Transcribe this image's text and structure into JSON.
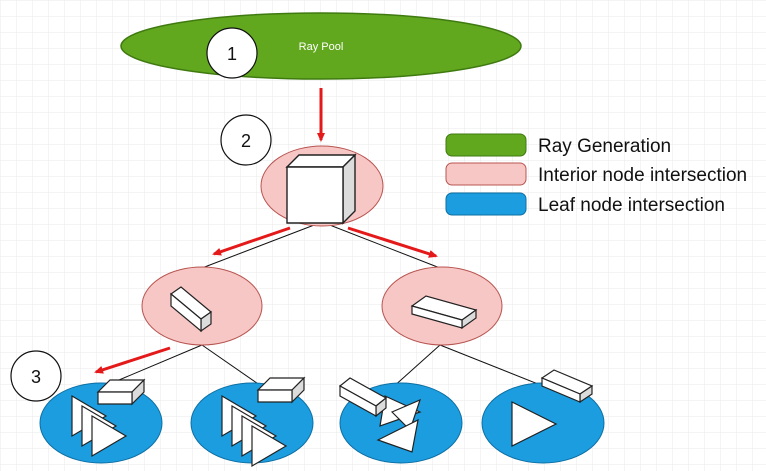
{
  "ray_pool": {
    "label": "Ray Pool"
  },
  "steps": [
    "1",
    "2",
    "3"
  ],
  "legend": [
    {
      "label": "Ray Generation",
      "color": "#62a81f"
    },
    {
      "label": "Interior node intersection",
      "color": "#f7c7c5"
    },
    {
      "label": "Leaf node intersection",
      "color": "#1b9de0"
    }
  ],
  "colors": {
    "ray_generation": "#62a81f",
    "interior_node": "#f7c7c5",
    "leaf_node": "#1b9de0",
    "arrow": "#e41a1a",
    "grid": "#e6e6e6"
  }
}
